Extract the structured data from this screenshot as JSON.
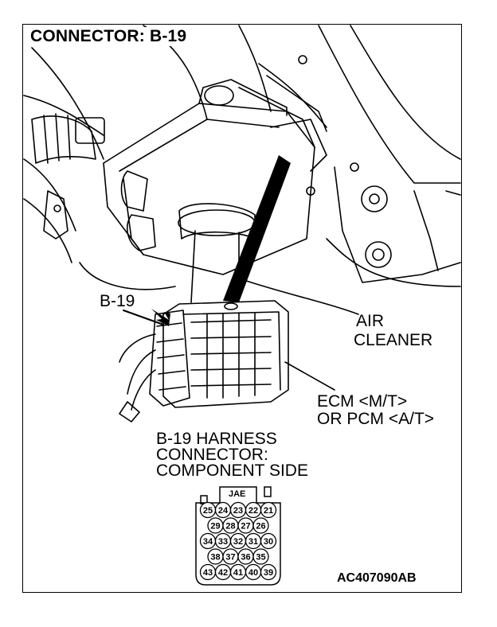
{
  "title": "CONNECTOR: B-19",
  "labels": {
    "connector_callout": "B-19",
    "air_cleaner_line1": "AIR",
    "air_cleaner_line2": "CLEANER",
    "ecm_line1": "ECM <M/T>",
    "ecm_line2": "OR PCM <A/T>",
    "harness_line1": "B-19 HARNESS",
    "harness_line2": "CONNECTOR:",
    "harness_line3": "COMPONENT SIDE"
  },
  "connector_face": {
    "maker": "JAE",
    "rows": [
      [
        "25",
        "24",
        "23",
        "22",
        "21"
      ],
      [
        "29",
        "28",
        "27",
        "26"
      ],
      [
        "34",
        "33",
        "32",
        "31",
        "30"
      ],
      [
        "38",
        "37",
        "36",
        "35"
      ],
      [
        "43",
        "42",
        "41",
        "40",
        "39"
      ]
    ]
  },
  "figure_code": "AC407090AB"
}
